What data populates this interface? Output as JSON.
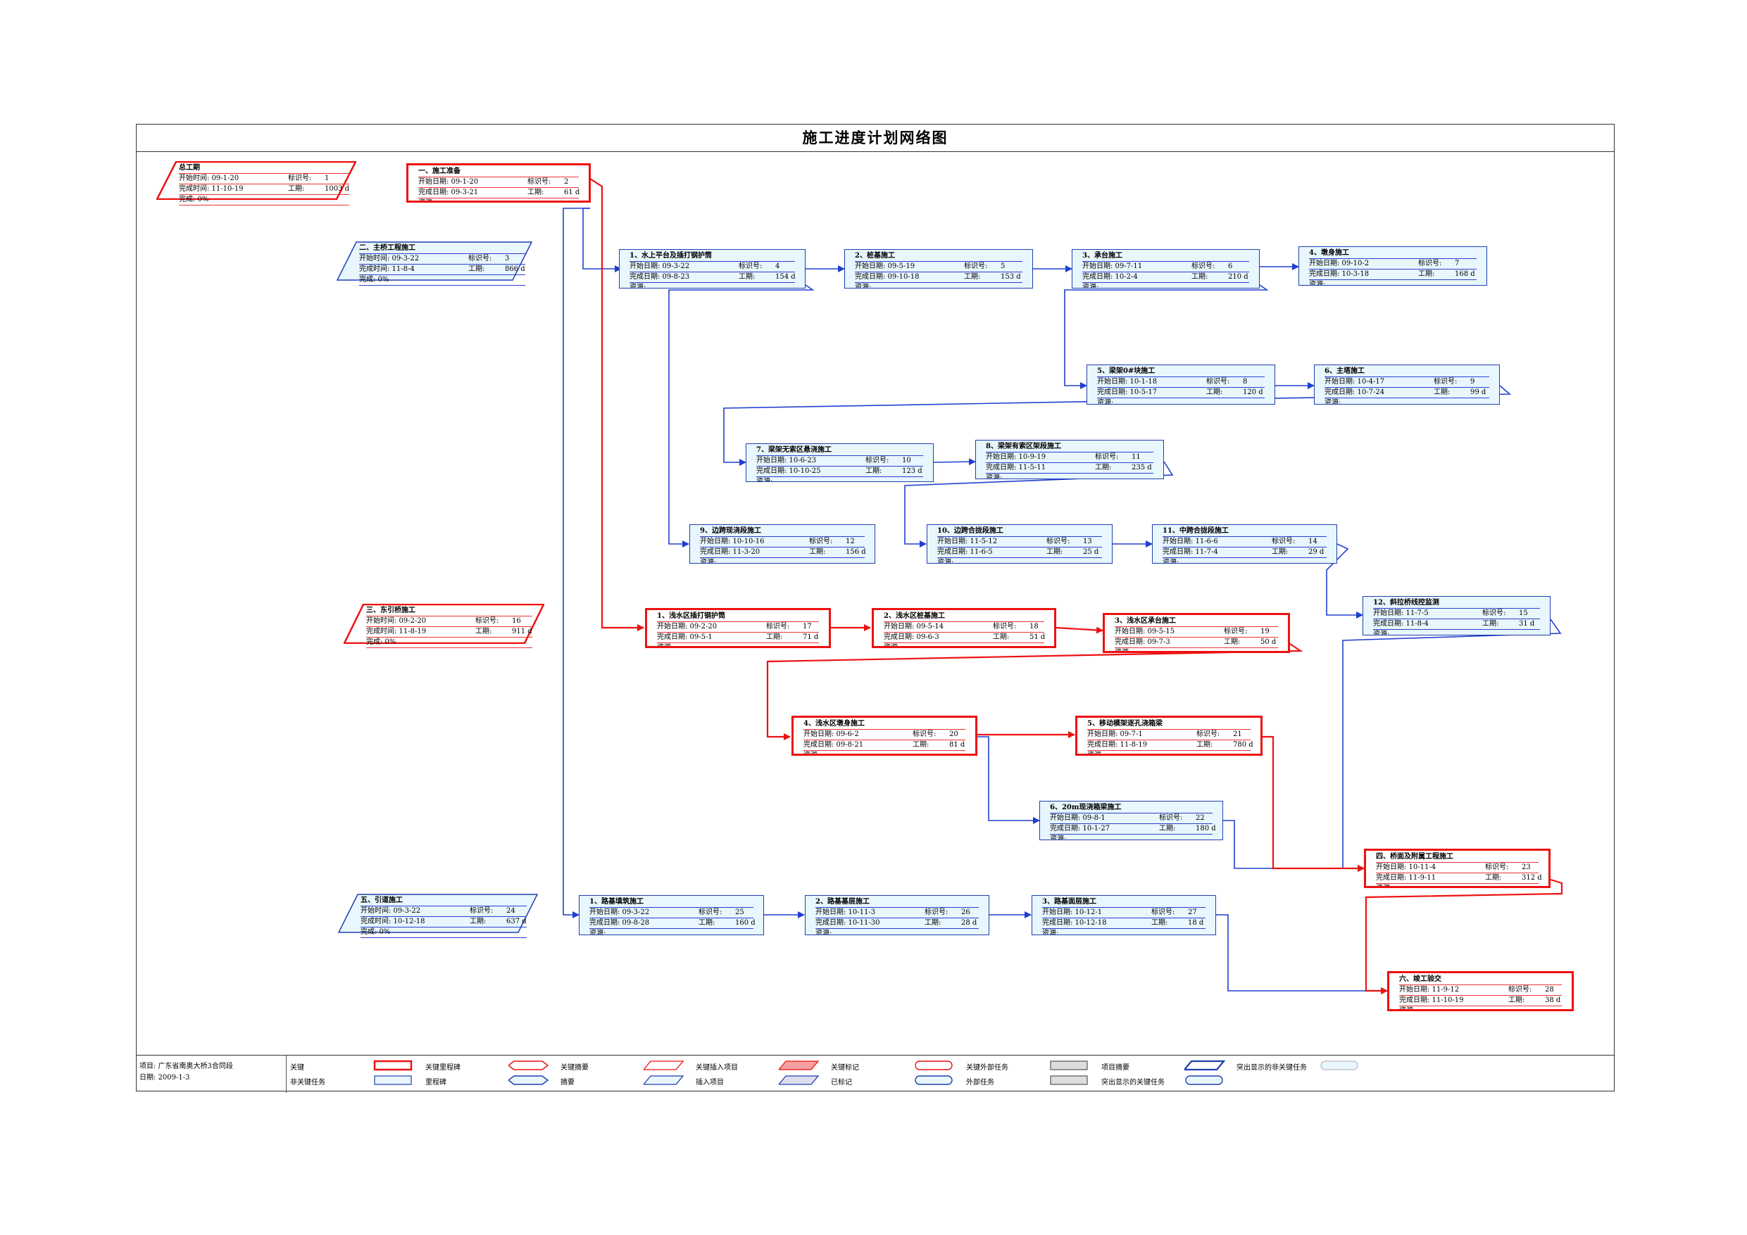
{
  "title": "施工进度计划网络图",
  "field_labels": {
    "start_date": "开始日期:",
    "finish_date": "完成日期:",
    "start_time": "开始时间:",
    "finish_time": "完成时间:",
    "id": "标识号:",
    "duration": "工期:",
    "resource": "资源:",
    "complete": "完成:"
  },
  "summaries": [
    {
      "name": "总工期",
      "start": "09-1-20",
      "finish": "11-10-19",
      "id": "1",
      "duration": "1003 d",
      "complete": "0%",
      "critical": true
    },
    {
      "name": "二、主桥工程施工",
      "start": "09-3-22",
      "finish": "11-8-4",
      "id": "3",
      "duration": "866 d",
      "complete": "0%",
      "critical": false
    },
    {
      "name": "三、东引桥施工",
      "start": "09-2-20",
      "finish": "11-8-19",
      "id": "16",
      "duration": "911 d",
      "complete": "0%",
      "critical": true
    },
    {
      "name": "五、引道施工",
      "start": "09-3-22",
      "finish": "10-12-18",
      "id": "24",
      "duration": "637 d",
      "complete": "0%",
      "critical": false
    }
  ],
  "tasks": [
    {
      "name": "一、施工准备",
      "start": "09-1-20",
      "finish": "09-3-21",
      "id": "2",
      "duration": "61 d",
      "critical": true
    },
    {
      "name": "1、水上平台及插打钢护筒",
      "start": "09-3-22",
      "finish": "09-8-23",
      "id": "4",
      "duration": "154 d",
      "critical": false
    },
    {
      "name": "2、桩基施工",
      "start": "09-5-19",
      "finish": "09-10-18",
      "id": "5",
      "duration": "153 d",
      "critical": false
    },
    {
      "name": "3、承台施工",
      "start": "09-7-11",
      "finish": "10-2-4",
      "id": "6",
      "duration": "210 d",
      "critical": false
    },
    {
      "name": "4、墩身施工",
      "start": "09-10-2",
      "finish": "10-3-18",
      "id": "7",
      "duration": "168 d",
      "critical": false
    },
    {
      "name": "5、梁架0#块施工",
      "start": "10-1-18",
      "finish": "10-5-17",
      "id": "8",
      "duration": "120 d",
      "critical": false
    },
    {
      "name": "6、主塔施工",
      "start": "10-4-17",
      "finish": "10-7-24",
      "id": "9",
      "duration": "99 d",
      "critical": false
    },
    {
      "name": "7、梁架无索区悬浇施工",
      "start": "10-6-23",
      "finish": "10-10-25",
      "id": "10",
      "duration": "123 d",
      "critical": false
    },
    {
      "name": "8、梁架有索区架段施工",
      "start": "10-9-19",
      "finish": "11-5-11",
      "id": "11",
      "duration": "235 d",
      "critical": false
    },
    {
      "name": "9、边跨现浇段施工",
      "start": "10-10-16",
      "finish": "11-3-20",
      "id": "12",
      "duration": "156 d",
      "critical": false
    },
    {
      "name": "10、边跨合拢段施工",
      "start": "11-5-12",
      "finish": "11-6-5",
      "id": "13",
      "duration": "25 d",
      "critical": false
    },
    {
      "name": "11、中跨合拢段施工",
      "start": "11-6-6",
      "finish": "11-7-4",
      "id": "14",
      "duration": "29 d",
      "critical": false
    },
    {
      "name": "12、斜拉桥线控监测",
      "start": "11-7-5",
      "finish": "11-8-4",
      "id": "15",
      "duration": "31 d",
      "critical": false
    },
    {
      "name": "1、浅水区插打钢护筒",
      "start": "09-2-20",
      "finish": "09-5-1",
      "id": "17",
      "duration": "71 d",
      "critical": true
    },
    {
      "name": "2、浅水区桩基施工",
      "start": "09-5-14",
      "finish": "09-6-3",
      "id": "18",
      "duration": "51 d",
      "critical": true
    },
    {
      "name": "3、浅水区承台施工",
      "start": "09-5-15",
      "finish": "09-7-3",
      "id": "19",
      "duration": "50 d",
      "critical": true
    },
    {
      "name": "4、浅水区墩身施工",
      "start": "09-6-2",
      "finish": "09-8-21",
      "id": "20",
      "duration": "81 d",
      "critical": true
    },
    {
      "name": "5、移动模架逐孔浇箱梁",
      "start": "09-7-1",
      "finish": "11-8-19",
      "id": "21",
      "duration": "780 d",
      "critical": true
    },
    {
      "name": "6、20m现浇箱梁施工",
      "start": "09-8-1",
      "finish": "10-1-27",
      "id": "22",
      "duration": "180 d",
      "critical": false
    },
    {
      "name": "四、桥面及附属工程施工",
      "start": "10-11-4",
      "finish": "11-9-11",
      "id": "23",
      "duration": "312 d",
      "critical": true
    },
    {
      "name": "1、路基填筑施工",
      "start": "09-3-22",
      "finish": "09-8-28",
      "id": "25",
      "duration": "160 d",
      "critical": false
    },
    {
      "name": "2、路基基层施工",
      "start": "10-11-3",
      "finish": "10-11-30",
      "id": "26",
      "duration": "28 d",
      "critical": false
    },
    {
      "name": "3、路基面层施工",
      "start": "10-12-1",
      "finish": "10-12-18",
      "id": "27",
      "duration": "18 d",
      "critical": false
    },
    {
      "name": "六、竣工验交",
      "start": "11-9-12",
      "finish": "11-10-19",
      "id": "28",
      "duration": "38 d",
      "critical": true
    }
  ],
  "footer": {
    "project": "项目: 广东省南奥大桥3合同段",
    "date": "日期: 2009-1-3"
  },
  "legend": [
    "关键",
    "关键里程碑",
    "关键摘要",
    "关键插入项目",
    "关键标记",
    "关键外部任务",
    "项目摘要",
    "突出显示的非关键任务",
    "非关键任务",
    "里程碑",
    "摘要",
    "插入项目",
    "已标记",
    "外部任务",
    "突出显示的关键任务"
  ],
  "colors": {
    "critical": "#e11111",
    "noncritical": "#1f3fb0",
    "task_fill": "#e8f6fd"
  }
}
